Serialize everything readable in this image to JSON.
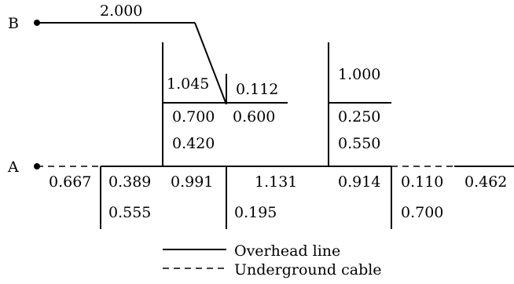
{
  "nodes": {
    "a": "A",
    "b": "B"
  },
  "values": {
    "b_line": "2.000",
    "a_start": "0.667",
    "v1_top": "0.389",
    "v1_bottom": "0.555",
    "v2_main": "0.991",
    "v2_upper_left": "1.045",
    "v2_upper_right": "0.112",
    "v2_below_left": "0.700",
    "v2_below_right": "0.600",
    "v2_lower": "0.420",
    "v3_top": "1.131",
    "v3_bottom": "0.195",
    "v4_main": "0.914",
    "v4_upper": "1.000",
    "v4_mid": "0.250",
    "v4_lower": "0.550",
    "v5_top": "0.110",
    "v5_bottom": "0.700",
    "end": "0.462"
  },
  "legend": {
    "overhead": "Overhead line",
    "underground": "Underground cable"
  }
}
